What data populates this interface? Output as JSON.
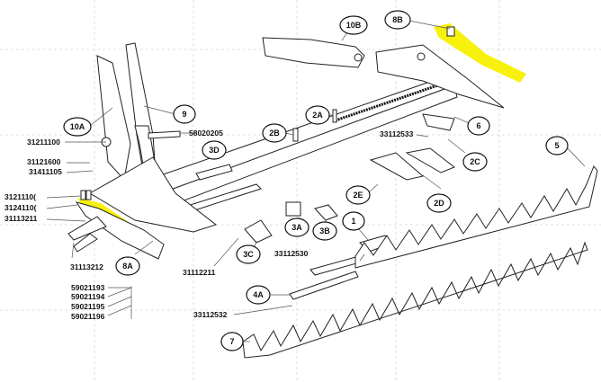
{
  "colors": {
    "highlight": "#f7f000",
    "line": "#222222"
  },
  "part_numbers": {
    "p58020205": "58020205",
    "p31211100": "31211100",
    "p31121600": "31121600",
    "p31411105": "31411105",
    "p3121110a": "3121110(",
    "p3124110a": "3124110(",
    "p31113211": "31113211",
    "p31113212": "31113212",
    "p33112533": "33112533",
    "p33112530": "33112530",
    "p31112211": "31112211",
    "p59021193": "59021193",
    "p59021194": "59021194",
    "p59021195": "59021195",
    "p59021196": "59021196",
    "p33112532": "33112532"
  },
  "callouts": {
    "c8b": "8B",
    "c10b": "10B",
    "c10a": "10A",
    "c9": "9",
    "c2a": "2A",
    "c2b": "2B",
    "c3d": "3D",
    "c6": "6",
    "c2c": "2C",
    "c5": "5",
    "c2e": "2E",
    "c2d": "2D",
    "c1": "1",
    "c3a": "3A",
    "c3b": "3B",
    "c3c": "3C",
    "c8a": "8A",
    "c4a": "4A",
    "c7": "7"
  }
}
